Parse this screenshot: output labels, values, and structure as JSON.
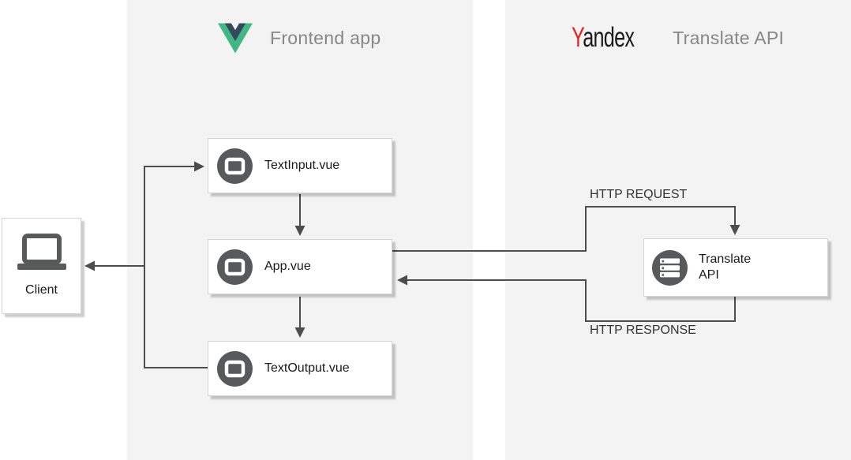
{
  "panels": {
    "frontend": {
      "title": "Frontend app"
    },
    "yandex": {
      "title": "Translate API",
      "logo_first_letter": "Y",
      "logo_rest": "andex"
    }
  },
  "nodes": {
    "client": {
      "label": "Client",
      "icon": "laptop-icon"
    },
    "text_input": {
      "label": "TextInput.vue",
      "icon": "component-icon"
    },
    "app": {
      "label": "App.vue",
      "icon": "component-icon"
    },
    "text_output": {
      "label": "TextOutput.vue",
      "icon": "component-icon"
    },
    "translate_api": {
      "label_line1": "Translate",
      "label_line2": "API",
      "icon": "server-icon"
    }
  },
  "edges": {
    "request_label": "HTTP REQUEST",
    "response_label": "HTTP RESPONSE"
  },
  "colors": {
    "panel_bg": "#f2f3f2",
    "line": "#4d4d4d",
    "icon_circle": "#58595b",
    "vue_green": "#41b883",
    "vue_dark": "#35495e",
    "yandex_red": "#e52620",
    "header_text": "#878787",
    "label_text": "#1a1a1a"
  }
}
